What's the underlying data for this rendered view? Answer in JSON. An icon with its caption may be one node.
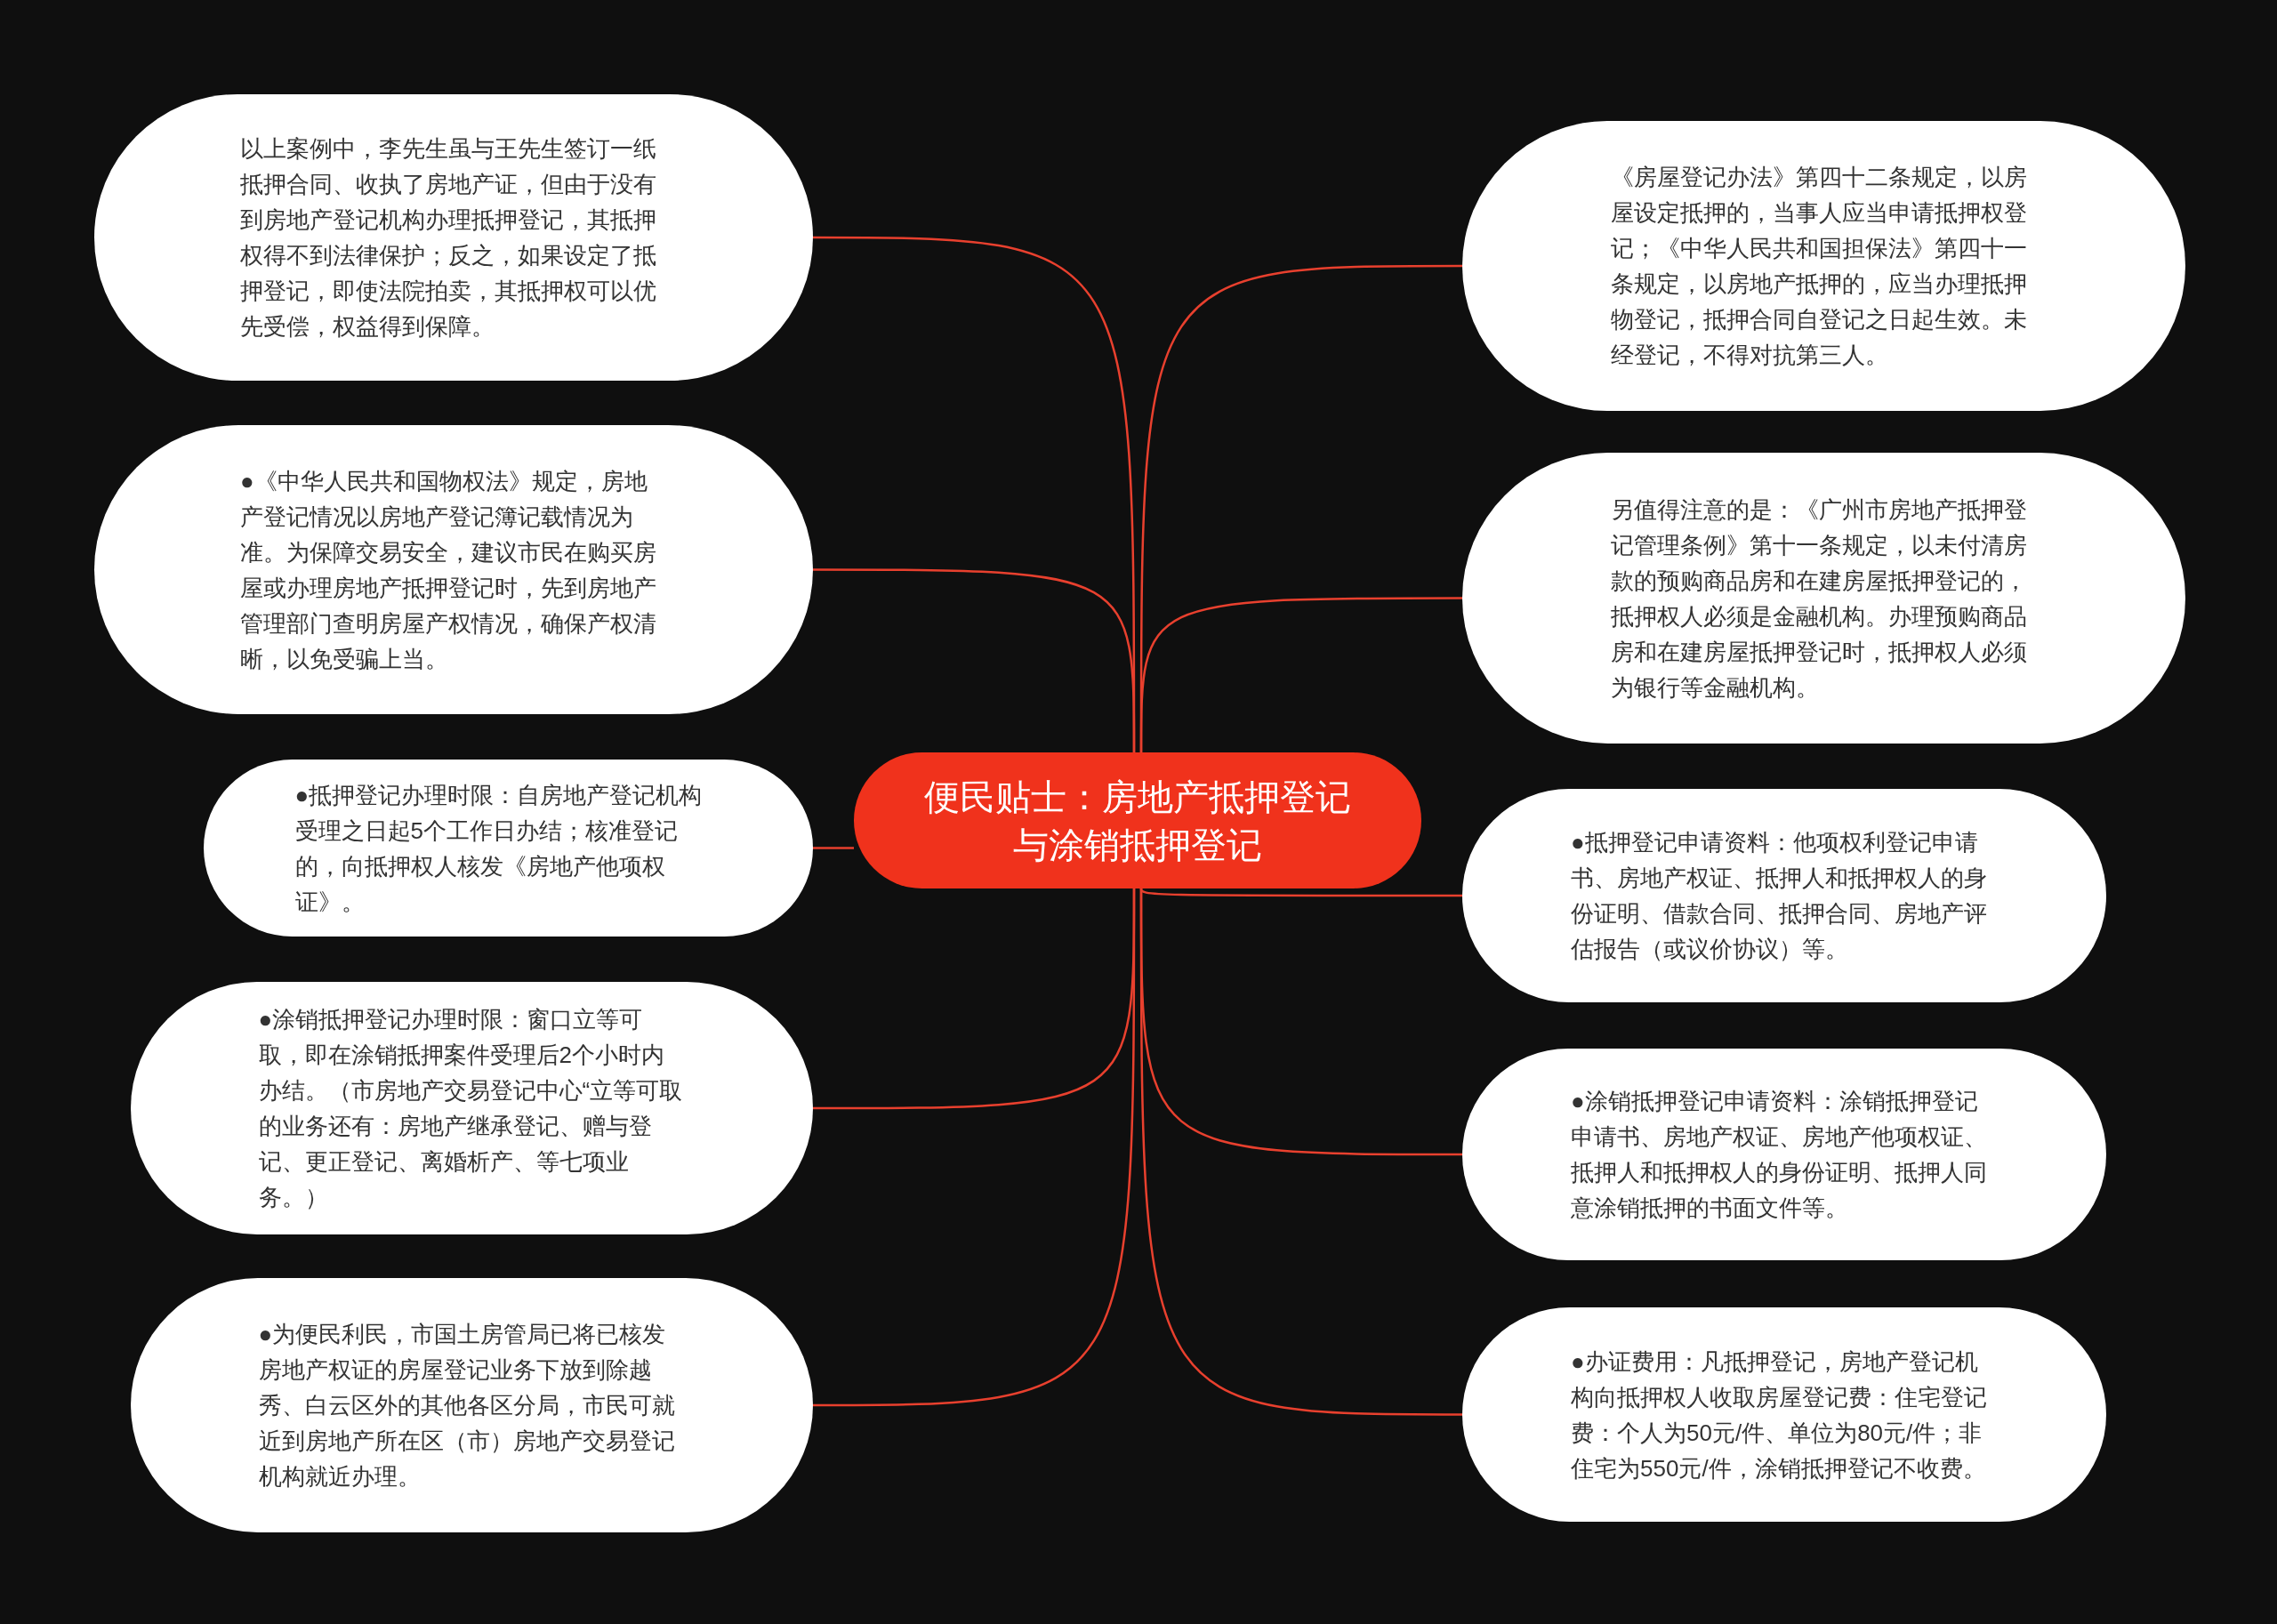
{
  "diagram": {
    "nodes": [
      {
        "text": [
          "便民贴士：房地产抵押登记与涂销抵押登记"
        ]
      },
      {
        "text": [
          "以上案例中，李先生虽与王先生签订一纸抵押合同、收执了房地产证，但由于没有到房地产登记机构办理抵押登记，其抵押权得不到法律保护；反之，如果设定了抵押登记，即使法院拍卖，其抵押权可以优先受偿，权益得到保障。"
        ]
      },
      {
        "text": [
          "●《中华人民共和国物权法》规定，房地产登记情况以房地产登记簿记载情况为准。为保障交易安全，建议市民在购买房屋或办理房地产抵押登记时，先到房地产管理部门查明房屋产权情况，确保产权清晰，以免受骗上当。"
        ]
      },
      {
        "text": [
          "●抵押登记办理时限：自房地产登记机构受理之日起5个工作日办结；核准登记的，向抵押权人核发《房地产他项权证》。"
        ]
      },
      {
        "text": [
          "●涂销抵押登记办理时限：窗口立等可取，即在涂销抵押案件受理后2个小时内办结。（市房地产交易登记中心“立等可取的业务还有：房地产继承登记、赠与登记、更正登记、离婚析产、等七项业务。）"
        ]
      },
      {
        "text": [
          "●为便民利民，市国土房管局已将已核发房地产权证的房屋登记业务下放到除越秀、白云区外的其他各区分局，市民可就近到房地产所在区（市）房地产交易登记机构就近办理。"
        ]
      },
      {
        "text": [
          "《房屋登记办法》第四十二条规定，以房屋设定抵押的，当事人应当申请抵押权登记；《中华人民共和国担保法》第四十一条规定，以房地产抵押的，应当办理抵押物登记，抵押合同自登记之日起生效。未经登记，不得对抗第三人。"
        ]
      },
      {
        "text": [
          "另值得注意的是：《广州市房地产抵押登记管理条例》第十一条规定，以未付清房款的预购商品房和在建房屋抵押登记的，抵押权人必须是金融机构。办理预购商品房和在建房屋抵押登记时，抵押权人必须为银行等金融机构。"
        ]
      },
      {
        "text": [
          "●抵押登记申请资料：他项权利登记申请书、房地产权证、抵押人和抵押权人的身份证明、借款合同、抵押合同、房地产评估报告（或议价协议）等。"
        ]
      },
      {
        "text": [
          "●涂销抵押登记申请资料：涂销抵押登记申请书、房地产权证、房地产他项权证、抵押人和抵押权人的身份证明、抵押人同意涂销抵押的书面文件等。"
        ]
      },
      {
        "text": [
          "●办证费用：凡抵押登记，房地产登记机构向抵押权人收取房屋登记费：住宅登记费：个人为50元/件、单位为80元/件；非住宅为550元/件，涂销抵押登记不收费。"
        ]
      }
    ],
    "edges": [
      {
        "from": 0,
        "to": 1,
        "arrow": "none"
      },
      {
        "from": 0,
        "to": 2,
        "arrow": "none"
      },
      {
        "from": 0,
        "to": 3,
        "arrow": "none"
      },
      {
        "from": 0,
        "to": 4,
        "arrow": "none"
      },
      {
        "from": 0,
        "to": 5,
        "arrow": "none"
      },
      {
        "from": 0,
        "to": 6,
        "arrow": "none"
      },
      {
        "from": 0,
        "to": 7,
        "arrow": "none"
      },
      {
        "from": 0,
        "to": 8,
        "arrow": "none"
      },
      {
        "from": 0,
        "to": 9,
        "arrow": "none"
      },
      {
        "from": 0,
        "to": 10,
        "arrow": "none"
      }
    ]
  }
}
